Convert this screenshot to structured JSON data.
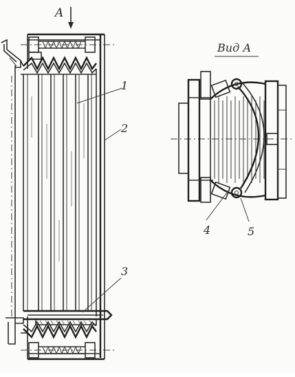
{
  "figure": {
    "arrow_label": "A",
    "view_title": "Вид А",
    "callouts": [
      {
        "id": "callout-1",
        "label": "1"
      },
      {
        "id": "callout-2",
        "label": "2"
      },
      {
        "id": "callout-3",
        "label": "3"
      },
      {
        "id": "callout-4",
        "label": "4"
      },
      {
        "id": "callout-5",
        "label": "5"
      }
    ]
  }
}
